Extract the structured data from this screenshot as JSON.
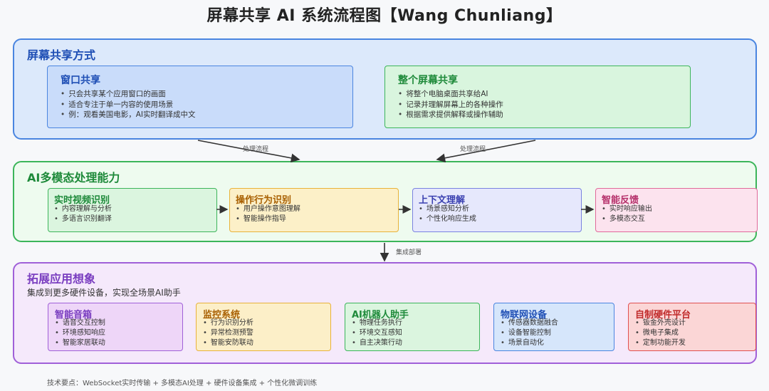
{
  "title": "屏幕共享 AI 系统流程图【Wang Chunliang】",
  "sections": {
    "sharing": {
      "title": "屏幕共享方式",
      "window": {
        "title": "窗口共享",
        "items": [
          "只会共享某个应用窗口的画面",
          "适合专注于单一内容的使用场景",
          "例：观看美国电影，AI实时翻译成中文"
        ]
      },
      "full": {
        "title": "整个屏幕共享",
        "items": [
          "将整个电脑桌面共享给AI",
          "记录并理解屏幕上的各种操作",
          "根据需求提供解释或操作辅助"
        ]
      }
    },
    "processing": {
      "title": "AI多模态处理能力",
      "cards": [
        {
          "title": "实时视频识别",
          "items": [
            "内容理解与分析",
            "多语言识别翻译"
          ]
        },
        {
          "title": "操作行为识别",
          "items": [
            "用户操作意图理解",
            "智能操作指导"
          ]
        },
        {
          "title": "上下文理解",
          "items": [
            "场景感知分析",
            "个性化响应生成"
          ]
        },
        {
          "title": "智能反馈",
          "items": [
            "实时响应输出",
            "多模态交互"
          ]
        }
      ]
    },
    "expansion": {
      "title": "拓展应用想象",
      "subtitle": "集成到更多硬件设备，实现全场景AI助手",
      "cards": [
        {
          "title": "智能音箱",
          "items": [
            "语音交互控制",
            "环境感知响应",
            "智能家居联动"
          ]
        },
        {
          "title": "监控系统",
          "items": [
            "行为识别分析",
            "异常检测预警",
            "智能安防联动"
          ]
        },
        {
          "title": "AI机器人助手",
          "items": [
            "物理任务执行",
            "环境交互感知",
            "自主决策行动"
          ]
        },
        {
          "title": "物联网设备",
          "items": [
            "传感器数据融合",
            "设备智能控制",
            "场景自动化"
          ]
        },
        {
          "title": "自制硬件平台",
          "items": [
            "钣金外壳设计",
            "微电子集成",
            "定制功能开发"
          ]
        }
      ]
    }
  },
  "arrows": {
    "process_left": "处理流程",
    "process_right": "处理流程",
    "integrate": "集成部署"
  },
  "footer": "技术要点：WebSocket实时传输 + 多模态AI处理 + 硬件设备集成 + 个性化微调训练",
  "colors": {
    "blue": "#4a85e0",
    "green": "#3cb55a",
    "purple": "#a060d8",
    "yellow": "#e8b23a",
    "pink": "#e06a9a",
    "red": "#e05050"
  }
}
